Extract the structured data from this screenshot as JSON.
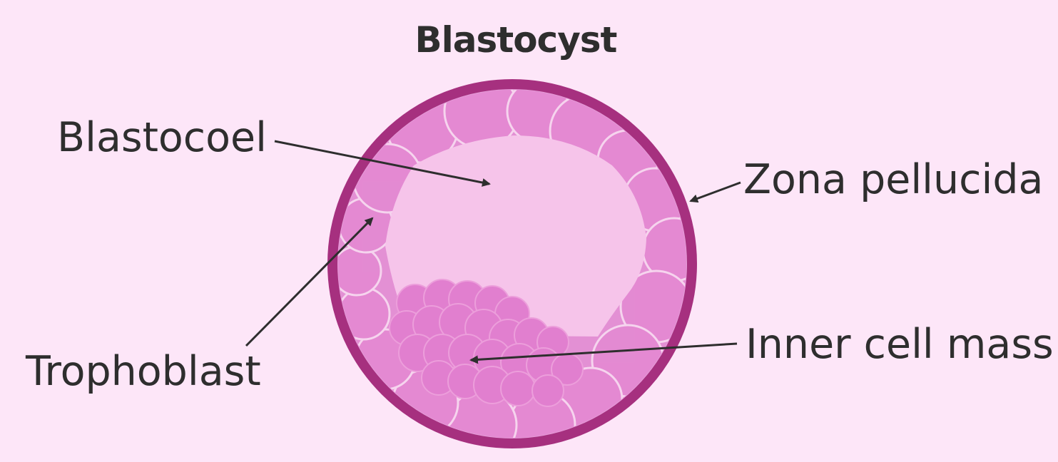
{
  "title": "Blastocyst",
  "labels": {
    "blastocoel": "Blastocoel",
    "zona_pellucida": "Zona pellucida",
    "inner_cell_mass": "Inner cell mass",
    "trophoblast": "Trophoblast"
  },
  "colors": {
    "background": "#fde6f8",
    "zona_ring": "#a6307f",
    "trophoblast_cells": "#e08ad0",
    "blastocoel_cavity": "#f6c4ea",
    "inner_cell_mass": "#e17fcf",
    "text": "#2e2e2e"
  }
}
